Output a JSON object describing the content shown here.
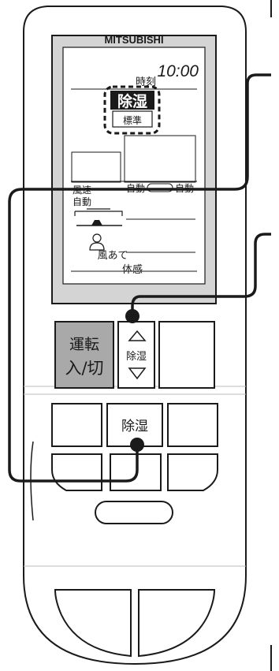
{
  "brand": "MITSUBISHI",
  "display": {
    "time": "10:00",
    "time_label": "時刻",
    "mode_label": "除湿",
    "mode_sub": "標準",
    "fan_speed_label": "風速",
    "fan_speed_value": "自動",
    "vane_left_label": "自動",
    "vane_right_label": "自動",
    "air_direction_label": "風あて",
    "sensation_label": "体感"
  },
  "buttons": {
    "power_line1": "運転",
    "power_line2": "入/切",
    "dehumid_adjust": "除湿",
    "dehumid": "除湿"
  },
  "icons": {
    "up": "triangle-up-icon",
    "down": "triangle-down-icon",
    "person": "person-icon"
  },
  "colors": {
    "screen": "#d4d4d4",
    "power_button": "#a9a9a9",
    "outline": "#1a1a1a",
    "body": "#ffffff"
  }
}
